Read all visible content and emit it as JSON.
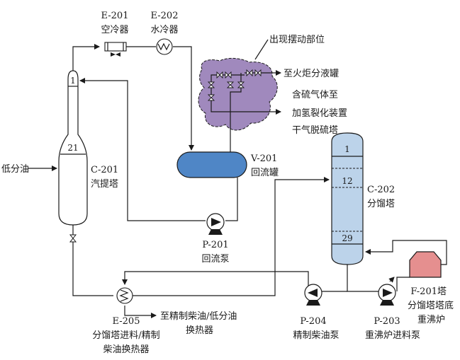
{
  "labels": {
    "e201_code": "E-201",
    "e201_name": "空冷器",
    "e202_code": "E-202",
    "e202_name": "水冷器",
    "swing_zone": "出现摆动部位",
    "to_flare": "至火炬分液罐",
    "sulfur_gas_1": "含硫气体至",
    "sulfur_gas_2": "加氢裂化装置",
    "sulfur_gas_3": "干气脱硫塔",
    "feed": "低分油",
    "c201_code": "C-201",
    "c201_name": "汽提塔",
    "c201_tray_top": "1",
    "c201_tray_bottom": "21",
    "v201_code": "V-201",
    "v201_name": "回流罐",
    "p201_code": "P-201",
    "p201_name": "回流泵",
    "c202_code": "C-202",
    "c202_name": "分馏塔",
    "c202_tray_1": "1",
    "c202_tray_12": "12",
    "c202_tray_29": "29",
    "f201_1": "F-201塔",
    "f201_2": "分馏塔塔底",
    "f201_3": "重沸炉",
    "e205_code": "E-205",
    "e205_name_1": "分馏塔进料/精制",
    "e205_name_2": "柴油换热器",
    "to_diesel_1": "至精制柴油/低分油",
    "to_diesel_2": "换热器",
    "p204_code": "P-204",
    "p204_name": "精制柴油泵",
    "p203_code": "P-203",
    "p203_name": "重沸炉进料泵"
  },
  "colors": {
    "drum_fill": "#4f86c6",
    "column_fill": "#bcd3ea",
    "swing_cloud": "#a089bd",
    "furnace_fill": "#e58f8f",
    "line": "#1a1a1a"
  }
}
